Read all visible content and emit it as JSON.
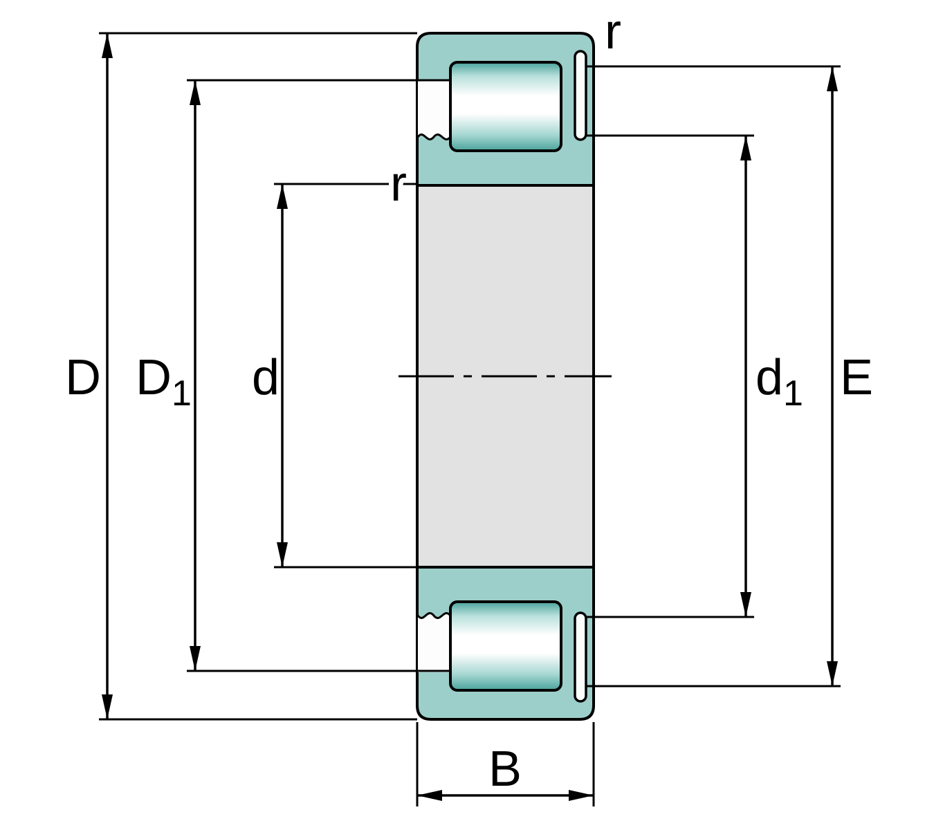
{
  "figure": {
    "type": "engineering-cross-section-diagram",
    "subject": "Cylindrical roller bearing cross-section with dimension annotations",
    "dimension_labels": {
      "D": {
        "base": "D",
        "sub": ""
      },
      "D1": {
        "base": "D",
        "sub": "1"
      },
      "d": {
        "base": "d",
        "sub": ""
      },
      "d1": {
        "base": "d",
        "sub": "1"
      },
      "E": {
        "base": "E",
        "sub": ""
      },
      "B": {
        "base": "B",
        "sub": ""
      },
      "r_outer": "r",
      "r_inner": "r"
    },
    "colors": {
      "ring-fill": "#9dcfca",
      "roller-teal": "#4aa39c",
      "section-fill": "#e2e2e2",
      "line": "#000000",
      "background": "#ffffff"
    }
  }
}
